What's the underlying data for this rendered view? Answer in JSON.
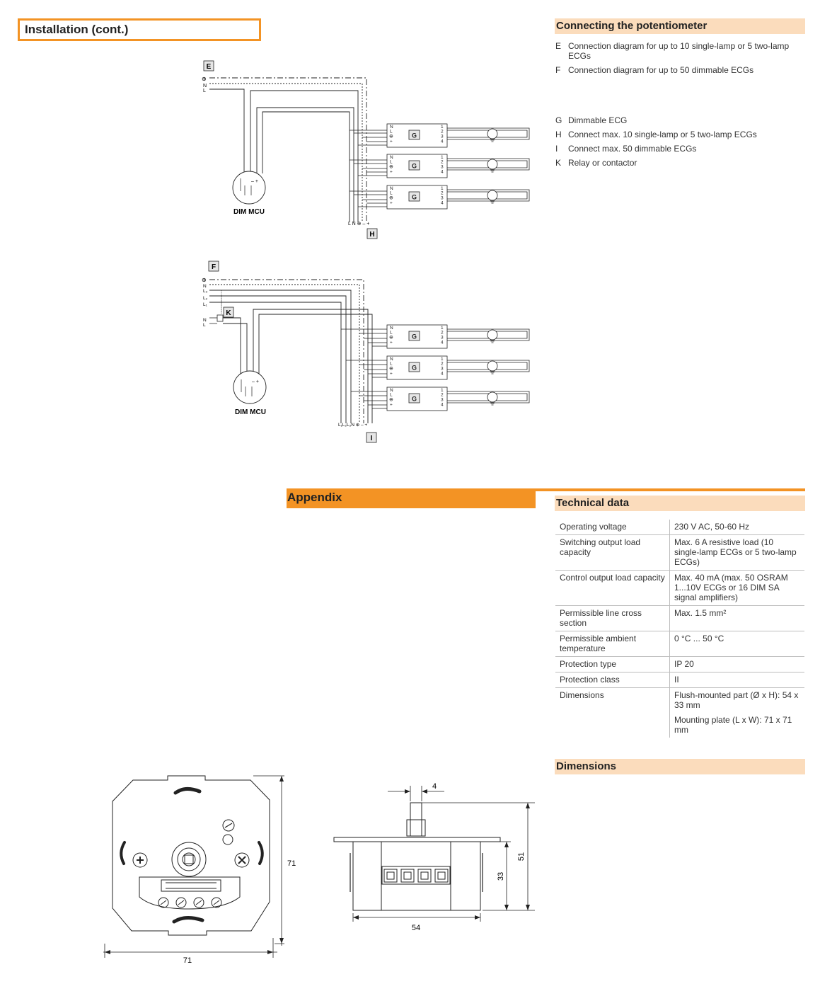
{
  "install_title": "Installation (cont.)",
  "connecting": {
    "title": "Connecting the potentiometer",
    "items_top": [
      {
        "key": "E",
        "text": "Connection diagram for up to 10 single-lamp or 5 two-lamp ECGs"
      },
      {
        "key": "F",
        "text": "Connection diagram for up to 50 dimmable ECGs"
      }
    ],
    "items_bottom": [
      {
        "key": "G",
        "text": "Dimmable ECG"
      },
      {
        "key": "H",
        "text": "Connect max. 10 single-lamp or 5 two-lamp ECGs"
      },
      {
        "key": "I",
        "text": "Connect max. 50 dimmable ECGs"
      },
      {
        "key": "K",
        "text": "Relay or contactor"
      }
    ]
  },
  "diagram": {
    "label_E": "E",
    "label_F": "F",
    "label_H": "H",
    "label_I": "I",
    "label_K": "K",
    "label_G": "G",
    "dim_mcu": "DIM MCU",
    "line_N": "N",
    "line_L": "L",
    "line_L1": "L₁",
    "line_L2": "L₂",
    "line_L3": "L₃",
    "bottom_E": "L N ⊕ – +",
    "bottom_F": "L₁L₂L₃N ⊕ – +",
    "ecg_term_left": [
      "N",
      "L",
      "⊕",
      "+"
    ],
    "ecg_term_right": [
      "1",
      "2",
      "3",
      "4"
    ],
    "mcu_marks": "– +"
  },
  "appendix": "Appendix",
  "technical": {
    "title": "Technical data",
    "rows": [
      {
        "param": "Operating voltage",
        "value": [
          "230 V AC, 50-60 Hz"
        ]
      },
      {
        "param": "Switching output load capacity",
        "value": [
          "Max. 6 A resistive load (10 single-lamp ECGs or 5 two-lamp ECGs)"
        ]
      },
      {
        "param": "Control output load capacity",
        "value": [
          "Max. 40 mA (max. 50 OSRAM 1...10V ECGs or 16 DIM SA signal amplifiers)"
        ]
      },
      {
        "param": "Permissible line cross section",
        "value": [
          "Max. 1.5 mm²"
        ]
      },
      {
        "param": "Permissible ambient temperature",
        "value": [
          "0 °C ... 50 °C"
        ]
      },
      {
        "param": "Protection type",
        "value": [
          "IP 20"
        ]
      },
      {
        "param": "Protection class",
        "value": [
          "II"
        ]
      },
      {
        "param": "Dimensions",
        "value": [
          "Flush-mounted part (Ø x H): 54 x 33 mm",
          "Mounting plate (L x W): 71 x 71 mm"
        ]
      }
    ]
  },
  "dimensions": {
    "title": "Dimensions",
    "front_width": "71",
    "front_height": "71",
    "side_shaft": "4",
    "side_height_body": "33",
    "side_height_total": "51",
    "side_width": "54"
  }
}
